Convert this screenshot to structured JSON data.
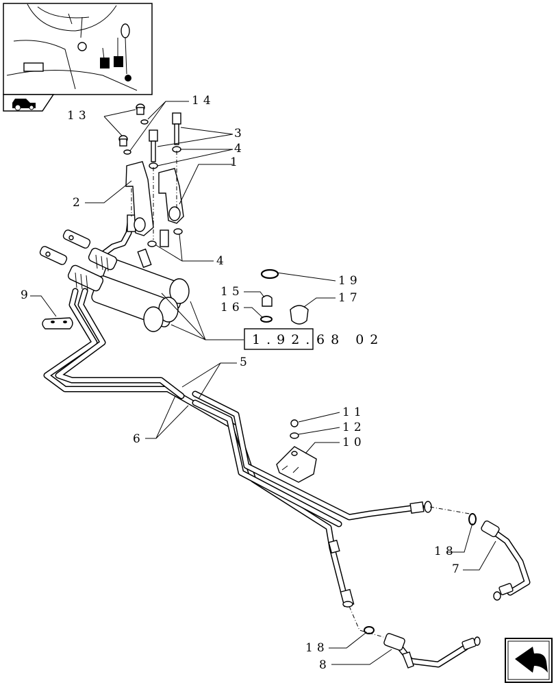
{
  "callouts": {
    "c1": "1",
    "c2": "2",
    "c3": "3",
    "c4a": "4",
    "c4b": "4",
    "c5": "5",
    "c6": "6",
    "c7": "7",
    "c8": "8",
    "c9": "9",
    "c10": "10",
    "c11": "11",
    "c12": "12",
    "c13": "13",
    "c14": "14",
    "c15": "15",
    "c16": "16",
    "c17": "17",
    "c18a": "18",
    "c18b": "18",
    "c19": "19"
  },
  "reference": {
    "boxed": "1.92.",
    "suffix": "68 02"
  },
  "icons": {
    "header_icon": "tractor-icon",
    "nav_icon": "back-arrow-icon"
  }
}
